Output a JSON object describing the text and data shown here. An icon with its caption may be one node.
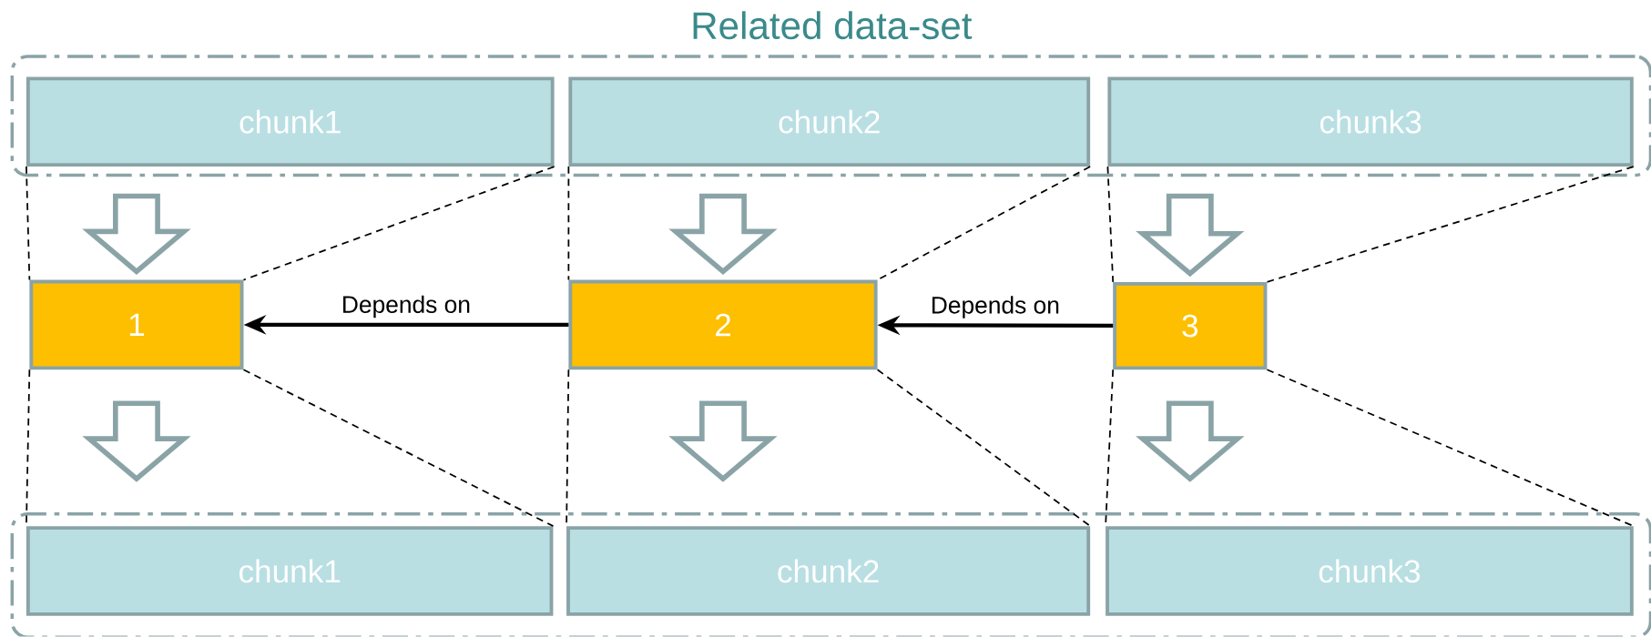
{
  "diagram": {
    "nodes": [
      {
        "text": [
          "Related data-set"
        ]
      },
      {
        "text": [
          "chunk1"
        ],
        "in": 0
      },
      {
        "text": [
          "chunk2"
        ],
        "in": 0
      },
      {
        "text": [
          "chunk3"
        ],
        "in": 0
      },
      {
        "text": [
          "1"
        ]
      },
      {
        "text": [
          "2"
        ]
      },
      {
        "text": [
          "3"
        ]
      },
      {
        "text": [],
        "shape": "box"
      },
      {
        "text": [
          "chunk1"
        ],
        "in": 7
      },
      {
        "text": [
          "chunk2"
        ],
        "in": 7
      },
      {
        "text": [
          "chunk3"
        ],
        "in": 7
      }
    ],
    "edges": [
      {
        "from": 1,
        "to": 4,
        "arrow": "to",
        "style": "thick",
        "color": "#8aa3a6"
      },
      {
        "from": 1,
        "to": 4,
        "arrow": "none",
        "style": "dashed"
      },
      {
        "from": 1,
        "to": 4,
        "arrow": "none",
        "style": "dashed"
      },
      {
        "from": 2,
        "to": 5,
        "arrow": "to",
        "style": "thick",
        "color": "#8aa3a6"
      },
      {
        "from": 2,
        "to": 5,
        "arrow": "none",
        "style": "dashed"
      },
      {
        "from": 2,
        "to": 5,
        "arrow": "none",
        "style": "dashed"
      },
      {
        "from": 3,
        "to": 6,
        "arrow": "to",
        "style": "thick",
        "color": "#8aa3a6"
      },
      {
        "from": 3,
        "to": 6,
        "arrow": "none",
        "style": "dashed"
      },
      {
        "from": 3,
        "to": 6,
        "arrow": "none",
        "style": "dashed"
      },
      {
        "from": 5,
        "to": 4,
        "arrow": "to",
        "label": "Depends on"
      },
      {
        "from": 6,
        "to": 5,
        "arrow": "to",
        "label": "Depends on"
      },
      {
        "from": 4,
        "to": 8,
        "arrow": "to",
        "style": "thick",
        "color": "#8aa3a6"
      },
      {
        "from": 4,
        "to": 8,
        "arrow": "none",
        "style": "dashed"
      },
      {
        "from": 4,
        "to": 8,
        "arrow": "none",
        "style": "dashed"
      },
      {
        "from": 5,
        "to": 9,
        "arrow": "to",
        "style": "thick",
        "color": "#8aa3a6"
      },
      {
        "from": 5,
        "to": 9,
        "arrow": "none",
        "style": "dashed"
      },
      {
        "from": 5,
        "to": 9,
        "arrow": "none",
        "style": "dashed"
      },
      {
        "from": 6,
        "to": 10,
        "arrow": "to",
        "style": "thick",
        "color": "#8aa3a6"
      },
      {
        "from": 6,
        "to": 10,
        "arrow": "none",
        "style": "dashed"
      },
      {
        "from": 6,
        "to": 10,
        "arrow": "none",
        "style": "dashed"
      }
    ]
  }
}
